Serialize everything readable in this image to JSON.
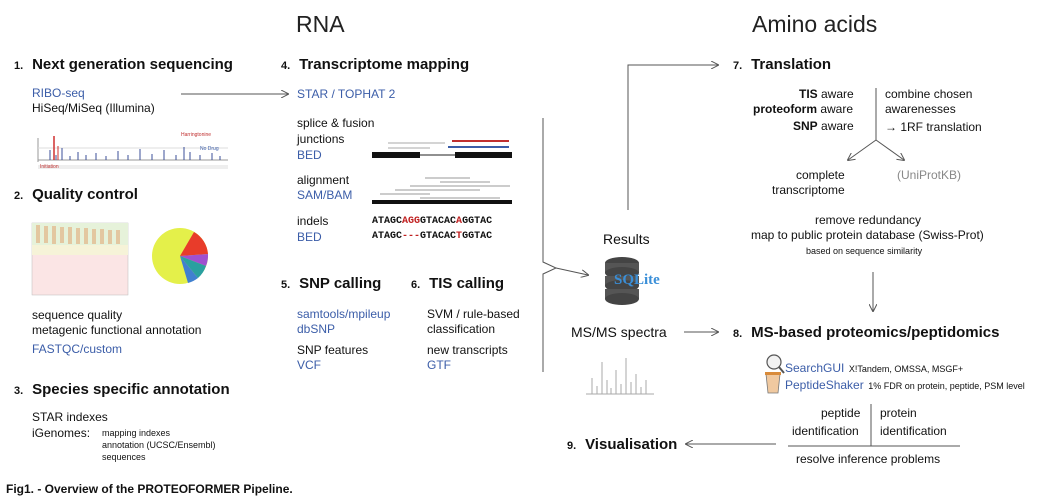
{
  "headers": {
    "rna": "RNA",
    "amino": "Amino acids"
  },
  "s1": {
    "num": "1.",
    "title": "Next generation sequencing",
    "l1": "RIBO-seq",
    "l2": "HiSeq/MiSeq (Illumina)",
    "chart_labels": [
      "Harringtonine",
      "No Drug",
      "Initiation"
    ]
  },
  "s2": {
    "num": "2.",
    "title": "Quality control",
    "l1": "sequence quality",
    "l2": "metagenic functional annotation",
    "l3": "FASTQC/custom"
  },
  "s3": {
    "num": "3.",
    "title": "Species specific annotation",
    "l1": "STAR indexes",
    "l2": "iGenomes:",
    "sub1": "mapping indexes",
    "sub2": "annotation (UCSC/Ensembl)",
    "sub3": "sequences"
  },
  "s4": {
    "num": "4.",
    "title": "Transcriptome mapping",
    "tool": "STAR / TOPHAT 2",
    "splice1": "splice & fusion",
    "splice2": "junctions",
    "splice_fmt": "BED",
    "align": "alignment",
    "align_fmt": "SAM/BAM",
    "indels": "indels",
    "indels_fmt": "BED",
    "seq1": [
      "ATAGC",
      "AGG",
      "GTACAC",
      "A",
      "GGTAC"
    ],
    "seq2": [
      "ATAGC",
      "---",
      "GTACAC",
      "T",
      "GGTAC"
    ]
  },
  "s5": {
    "num": "5.",
    "title": "SNP calling",
    "tool1": "samtools/mpileup",
    "tool2": "dbSNP",
    "feat": "SNP features",
    "fmt": "VCF"
  },
  "s6": {
    "num": "6.",
    "title": "TIS calling",
    "l1": "SVM / rule-based",
    "l2": "classification",
    "l3": "new transcripts",
    "fmt": "GTF"
  },
  "results": {
    "label": "Results",
    "db": "SQLite"
  },
  "msms": {
    "label": "MS/MS spectra"
  },
  "s7": {
    "num": "7.",
    "title": "Translation",
    "tis": "TIS",
    "tis_rest": " aware",
    "proteo": "proteoform",
    "proteo_rest": " aware",
    "snp": "SNP",
    "snp_rest": " aware",
    "combine1": "combine chosen",
    "combine2": "awarenesses",
    "rf": "→ 1RF translation",
    "complete1": "complete",
    "complete2": "transcriptome",
    "uniprot": "(UniProtKB)",
    "redund1": "remove redundancy",
    "redund2": "map to public protein database (Swiss-Prot)",
    "redund3": "based on sequence similarity"
  },
  "s8": {
    "num": "8.",
    "title": "MS-based proteomics/peptidomics",
    "tool1": "SearchGUI",
    "tool1_rest": "X!Tandem, OMSSA, MSGF+",
    "tool2": "PeptideShaker",
    "tool2_rest": "1% FDR on protein, peptide, PSM level",
    "pep1": "peptide",
    "pep2": "identification",
    "prot1": "protein",
    "prot2": "identification",
    "resolve": "resolve inference problems"
  },
  "s9": {
    "num": "9.",
    "title": "Visualisation"
  },
  "caption": "Fig1. - Overview of the PROTEOFORMER Pipeline.",
  "colors": {
    "blue": "#3b5da8",
    "red": "#c02020",
    "pie_yellow": "#e4f04a"
  }
}
